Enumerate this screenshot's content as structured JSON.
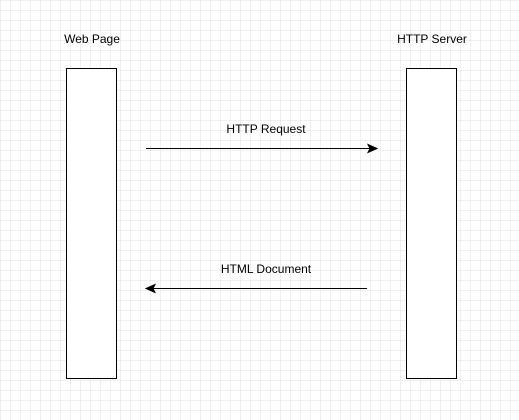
{
  "diagram": {
    "participants": [
      {
        "label": "Web Page"
      },
      {
        "label": "HTTP Server"
      }
    ],
    "messages": [
      {
        "label": "HTTP Request",
        "from": "Web Page",
        "to": "HTTP Server"
      },
      {
        "label": "HTML Document",
        "from": "HTTP Server",
        "to": "Web Page"
      }
    ],
    "colors": {
      "stroke": "#000000",
      "grid": "#e6e6e6",
      "background": "#ffffff"
    }
  }
}
